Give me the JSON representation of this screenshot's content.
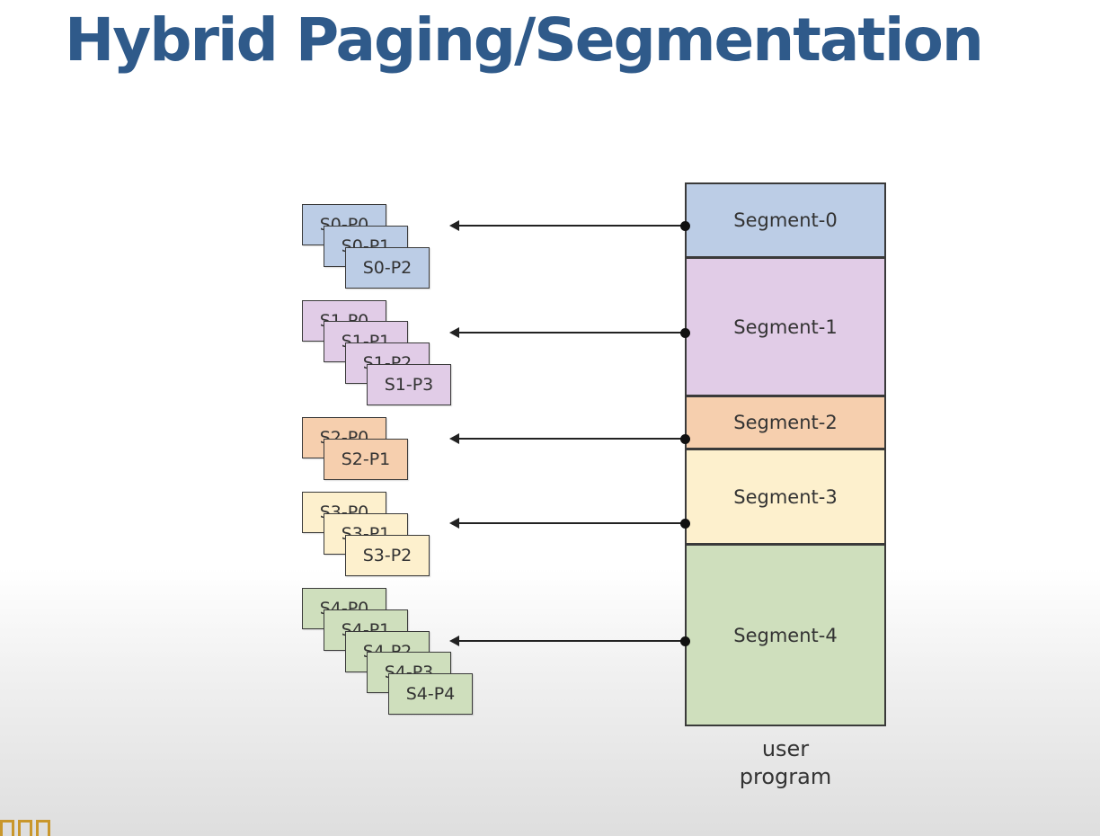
{
  "title": "Hybrid Paging/Segmentation",
  "segments": [
    {
      "label": "Segment-0",
      "color": "#bccde6"
    },
    {
      "label": "Segment-1",
      "color": "#e1cce7"
    },
    {
      "label": "Segment-2",
      "color": "#f6cfae"
    },
    {
      "label": "Segment-3",
      "color": "#fdf0cd"
    },
    {
      "label": "Segment-4",
      "color": "#cfdfbd"
    }
  ],
  "pages": [
    [
      "S0-P0",
      "S0-P1",
      "S0-P2"
    ],
    [
      "S1-P0",
      "S1-P1",
      "S1-P2",
      "S1-P3"
    ],
    [
      "S2-P0",
      "S2-P1"
    ],
    [
      "S3-P0",
      "S3-P1",
      "S3-P2"
    ],
    [
      "S4-P0",
      "S4-P1",
      "S4-P2",
      "S4-P3",
      "S4-P4"
    ]
  ],
  "caption": {
    "line1": "user",
    "line2": "program"
  }
}
